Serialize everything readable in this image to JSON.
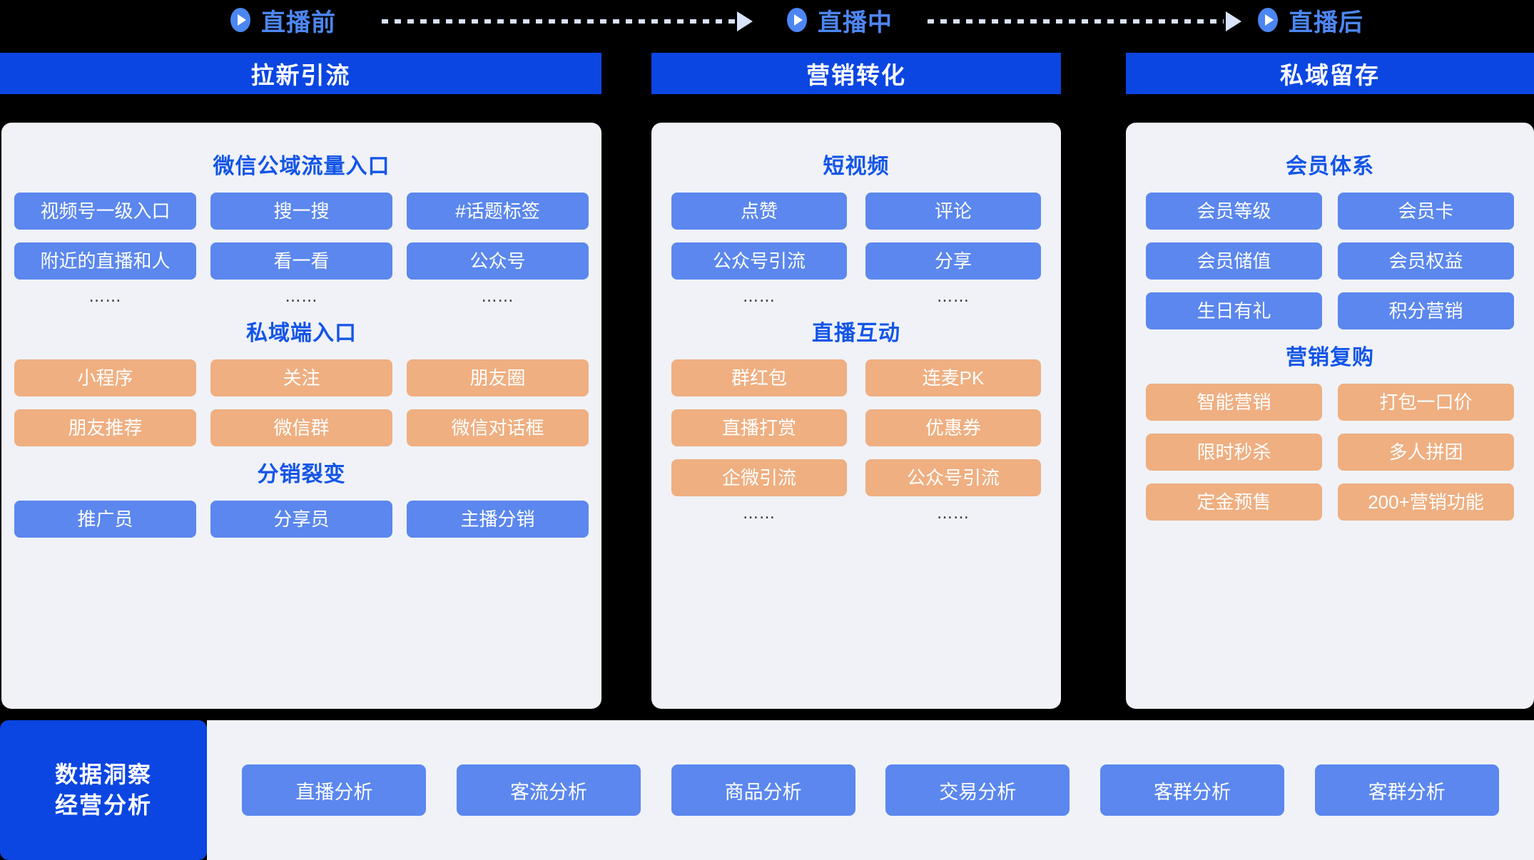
{
  "theme": {
    "header_blue": "#0B46E2",
    "accent_blue": "#1355E8",
    "tile_blue": "#5B87EE",
    "tile_orange": "#EFAF81",
    "panel_bg": "#F0F2F7",
    "phase_text": "#4C86F3",
    "connector": "#D9E3FB",
    "page_bg": "#000000"
  },
  "phases": [
    {
      "label": "直播前",
      "icon": "play-circle-icon"
    },
    {
      "label": "直播中",
      "icon": "play-circle-icon"
    },
    {
      "label": "直播后",
      "icon": "play-circle-icon"
    }
  ],
  "columns": [
    {
      "header": "拉新引流",
      "groups": [
        {
          "title": "微信公域流量入口",
          "color": "blue",
          "cols": 3,
          "rows": [
            [
              "视频号一级入口",
              "搜一搜",
              "#话题标签"
            ],
            [
              "附近的直播和人",
              "看一看",
              "公众号"
            ]
          ],
          "ellipsis": [
            "……",
            "……",
            "……"
          ]
        },
        {
          "title": "私域端入口",
          "color": "orange",
          "cols": 3,
          "rows": [
            [
              "小程序",
              "关注",
              "朋友圈"
            ],
            [
              "朋友推荐",
              "微信群",
              "微信对话框"
            ]
          ],
          "ellipsis": []
        },
        {
          "title": "分销裂变",
          "color": "blue",
          "cols": 3,
          "rows": [
            [
              "推广员",
              "分享员",
              "主播分销"
            ]
          ],
          "ellipsis": []
        }
      ]
    },
    {
      "header": "营销转化",
      "groups": [
        {
          "title": "短视频",
          "color": "blue",
          "cols": 2,
          "rows": [
            [
              "点赞",
              "评论"
            ],
            [
              "公众号引流",
              "分享"
            ]
          ],
          "ellipsis": [
            "……",
            "……"
          ]
        },
        {
          "title": "直播互动",
          "color": "orange",
          "cols": 2,
          "rows": [
            [
              "群红包",
              "连麦PK"
            ],
            [
              "直播打赏",
              "优惠券"
            ],
            [
              "企微引流",
              "公众号引流"
            ]
          ],
          "ellipsis": [
            "……",
            "……"
          ]
        }
      ]
    },
    {
      "header": "私域留存",
      "groups": [
        {
          "title": "会员体系",
          "color": "blue",
          "cols": 2,
          "rows": [
            [
              "会员等级",
              "会员卡"
            ],
            [
              "会员储值",
              "会员权益"
            ],
            [
              "生日有礼",
              "积分营销"
            ]
          ],
          "ellipsis": []
        },
        {
          "title": "营销复购",
          "color": "orange",
          "cols": 2,
          "rows": [
            [
              "智能营销",
              "打包一口价"
            ],
            [
              "限时秒杀",
              "多人拼团"
            ],
            [
              "定金预售",
              "200+营销功能"
            ]
          ],
          "ellipsis": []
        }
      ]
    }
  ],
  "bottom": {
    "label_line1": "数据洞察",
    "label_line2": "经营分析",
    "tiles": [
      "直播分析",
      "客流分析",
      "商品分析",
      "交易分析",
      "客群分析",
      "客群分析"
    ]
  }
}
